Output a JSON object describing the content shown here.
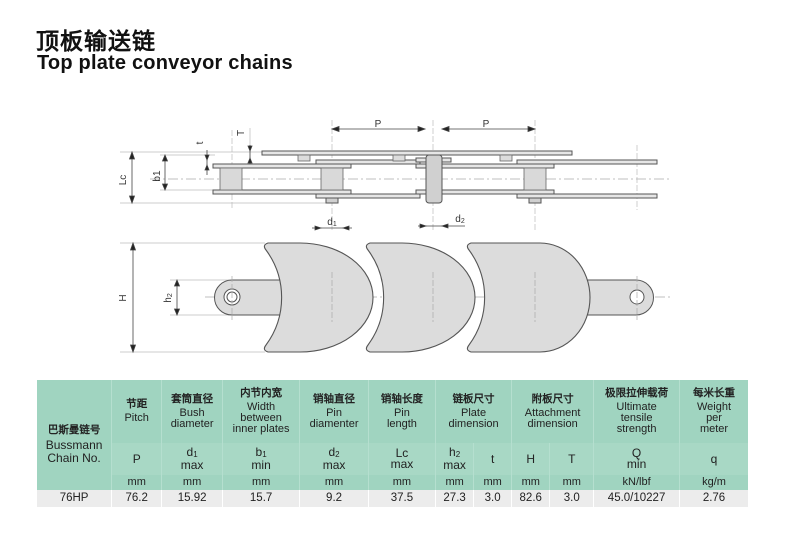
{
  "title": {
    "cn": "顶板输送链",
    "en": "Top plate conveyor chains"
  },
  "drawing": {
    "labels": {
      "P": "P",
      "T": "T",
      "t": "t",
      "Lc": "Lc",
      "b1": "b1",
      "d1": "d1",
      "d2": "d2",
      "H": "H",
      "h2": "h2"
    },
    "colors": {
      "fill": "#dcdcdc",
      "stroke": "#555555"
    }
  },
  "table": {
    "chain_header": {
      "cn": "巴斯曼链号",
      "en1": "Bussmann",
      "en2": "Chain No."
    },
    "groups": [
      {
        "cn": "节距",
        "en": [
          "Pitch"
        ]
      },
      {
        "cn": "套筒直径",
        "en": [
          "Bush",
          "diameter"
        ]
      },
      {
        "cn": "内节内宽",
        "en": [
          "Width",
          "between",
          "inner plates"
        ]
      },
      {
        "cn": "销轴直径",
        "en": [
          "Pin",
          "diamenter"
        ]
      },
      {
        "cn": "销轴长度",
        "en": [
          "Pin",
          "length"
        ]
      },
      {
        "cn": "链板尺寸",
        "en": [
          "Plate",
          "dimension"
        ]
      },
      {
        "cn": "附板尺寸",
        "en": [
          "Attachment",
          "dimension"
        ]
      },
      {
        "cn": "极限拉伸载荷",
        "en": [
          "Ultimate",
          "tensile",
          "strength"
        ]
      },
      {
        "cn": "每米长重",
        "en": [
          "Weight",
          "per",
          "meter"
        ]
      }
    ],
    "symbols": [
      {
        "sym": "P",
        "sub": "",
        "qual": ""
      },
      {
        "sym": "d",
        "sub": "1",
        "qual": "max"
      },
      {
        "sym": "b",
        "sub": "1",
        "qual": "min"
      },
      {
        "sym": "d",
        "sub": "2",
        "qual": "max"
      },
      {
        "sym": "Lc",
        "sub": "",
        "qual": "max"
      },
      {
        "sym": "h",
        "sub": "2",
        "qual": "max"
      },
      {
        "sym": "t",
        "sub": "",
        "qual": ""
      },
      {
        "sym": "H",
        "sub": "",
        "qual": ""
      },
      {
        "sym": "T",
        "sub": "",
        "qual": ""
      },
      {
        "sym": "Q",
        "sub": "",
        "qual": "min"
      },
      {
        "sym": "q",
        "sub": "",
        "qual": ""
      }
    ],
    "units": [
      "mm",
      "mm",
      "mm",
      "mm",
      "mm",
      "mm",
      "mm",
      "mm",
      "mm",
      "kN/lbf",
      "kg/m"
    ],
    "rows": [
      {
        "chain_no": "76HP",
        "values": [
          "76.2",
          "15.92",
          "15.7",
          "9.2",
          "37.5",
          "27.3",
          "3.0",
          "82.6",
          "3.0",
          "45.0/10227",
          "2.76"
        ]
      }
    ]
  }
}
